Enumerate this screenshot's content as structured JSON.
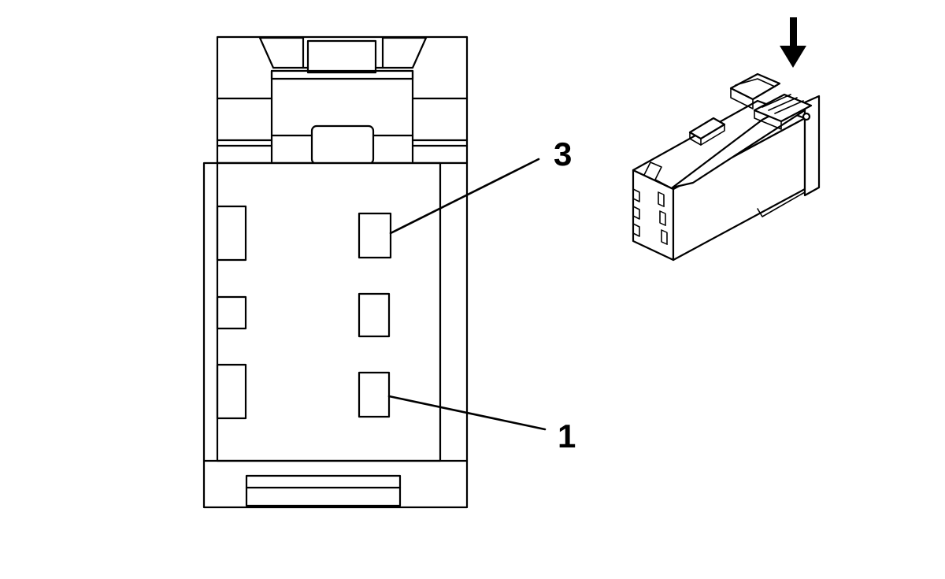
{
  "diagram": {
    "callouts": [
      {
        "id": "pin-3",
        "label": "3"
      },
      {
        "id": "pin-1",
        "label": "1"
      }
    ],
    "icons": {
      "arrow": "down-arrow-icon"
    },
    "colors": {
      "line": "#000000",
      "background": "#ffffff"
    }
  }
}
